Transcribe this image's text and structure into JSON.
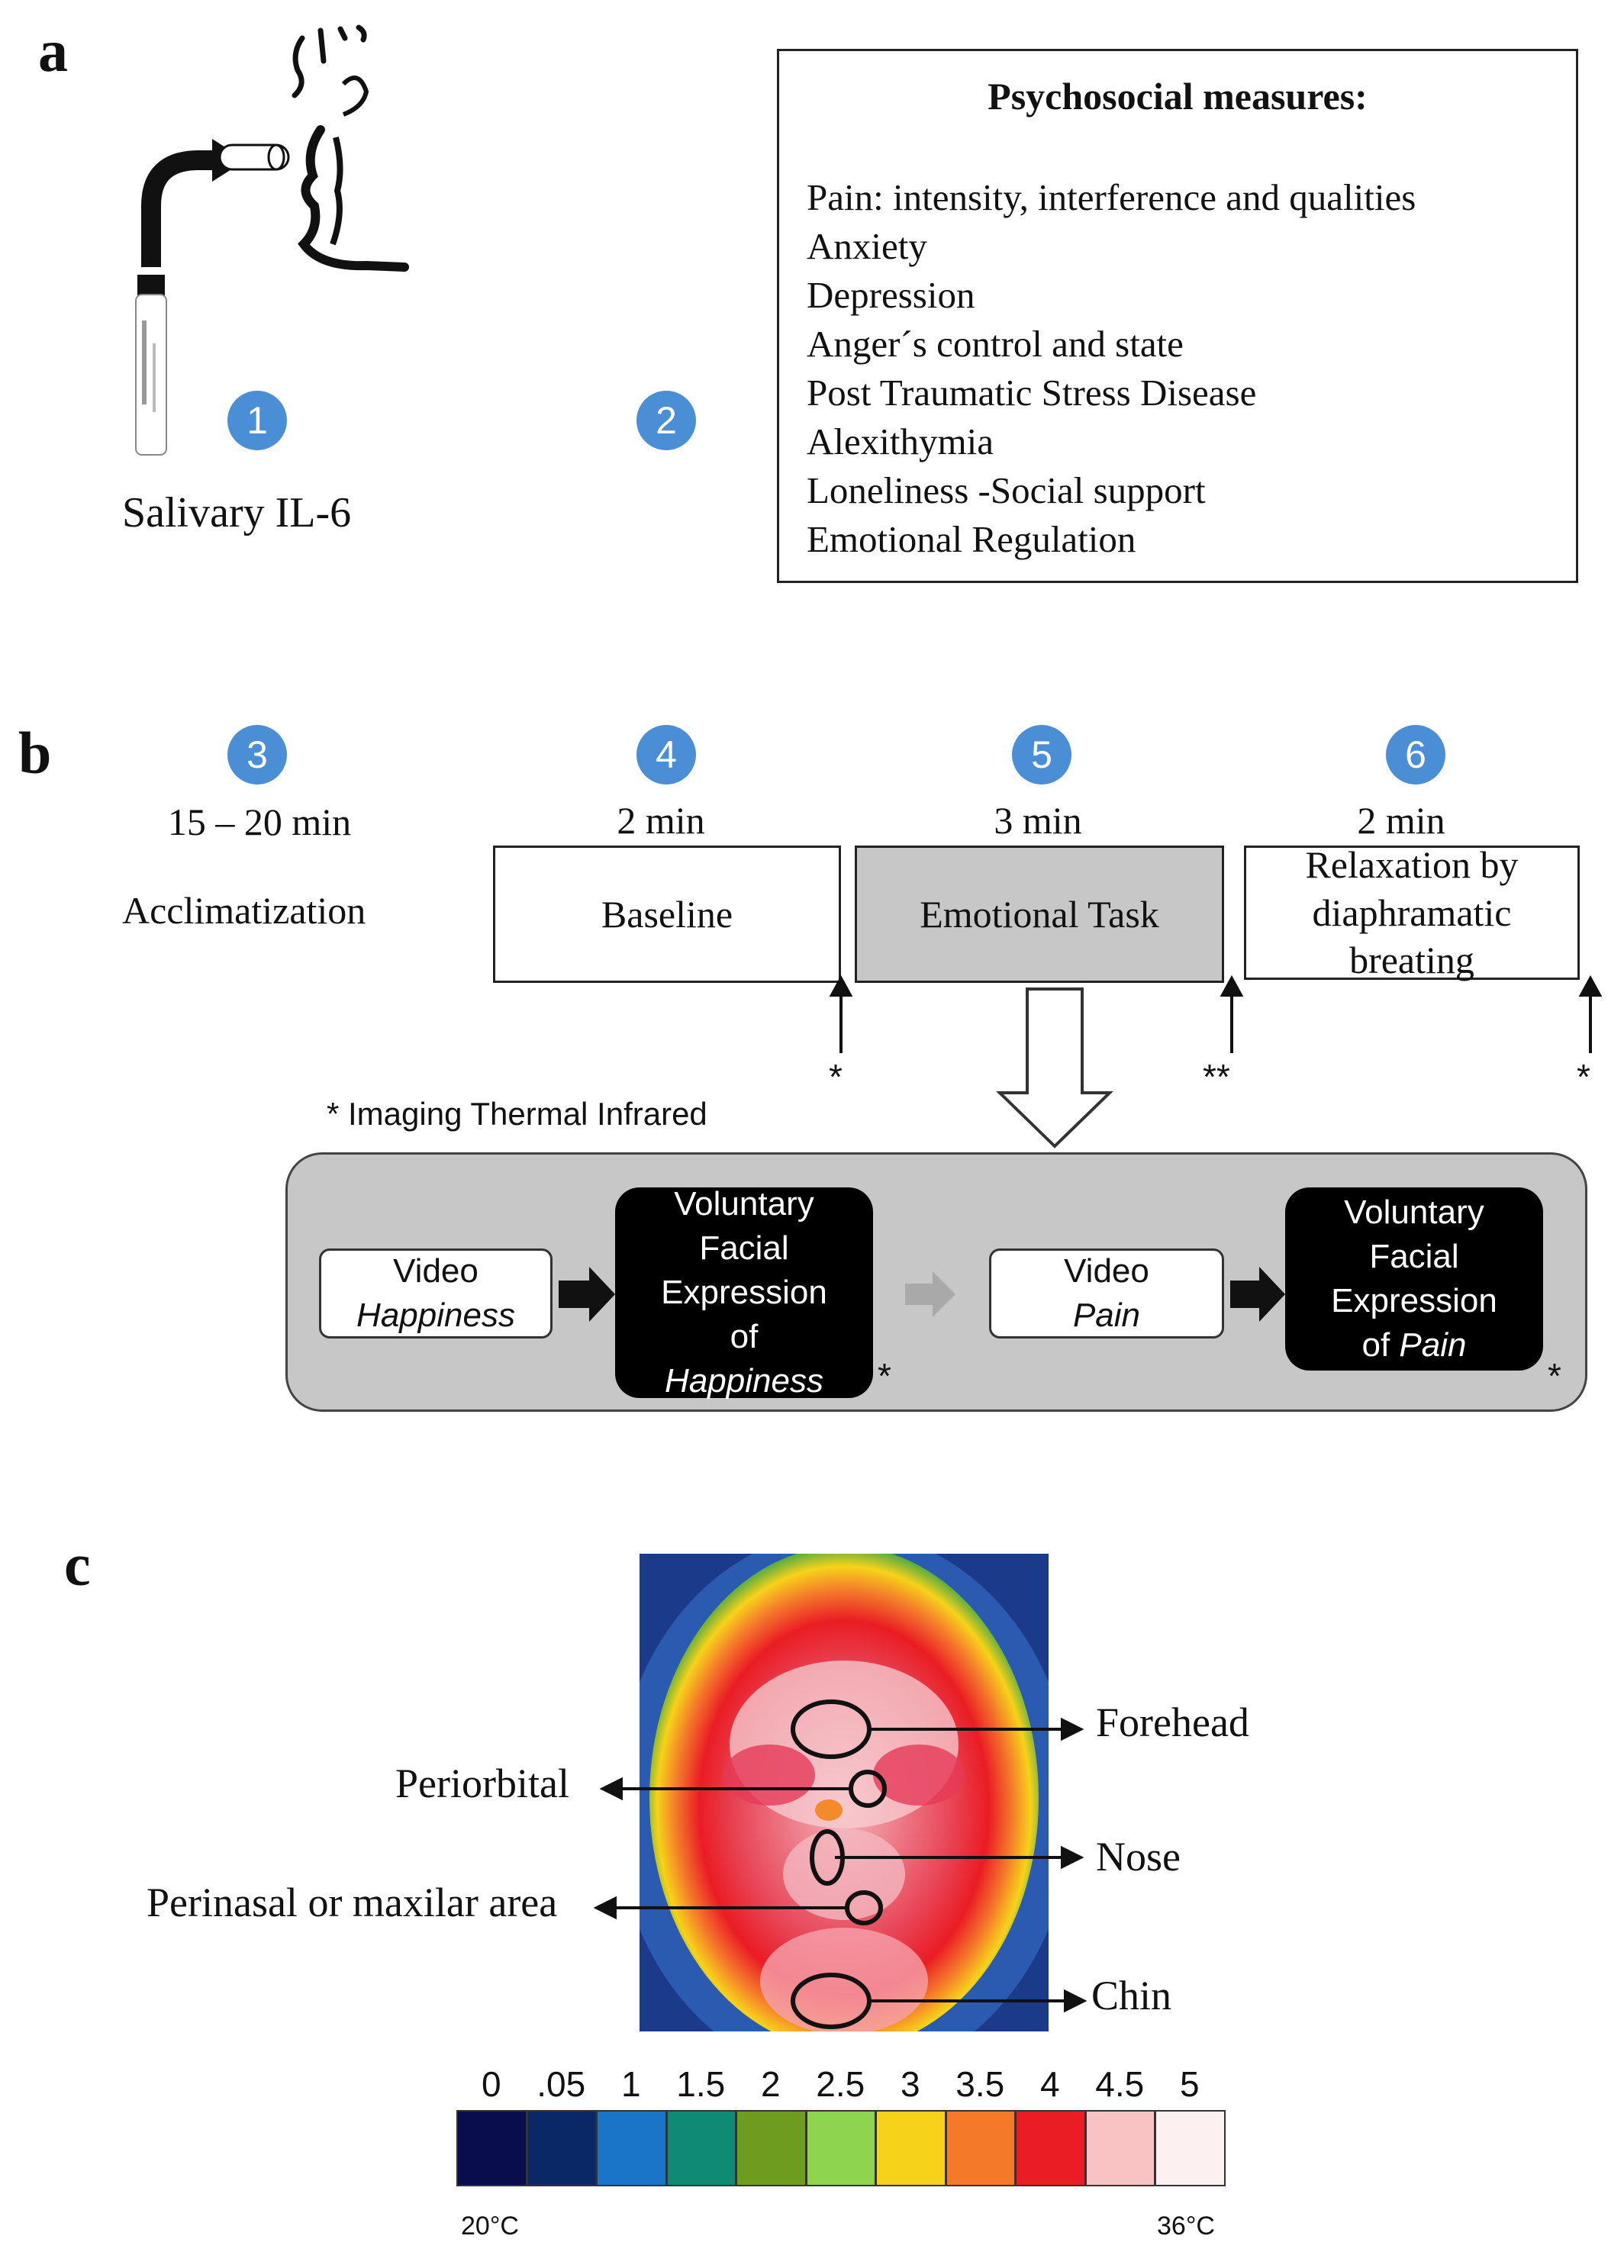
{
  "panel_a": {
    "letter": "a",
    "step1_num": "1",
    "step2_num": "2",
    "salivary_label": "Salivary  IL-6",
    "measures_title": "Psychosocial measures:",
    "measures": [
      "Pain: intensity, interference  and qualities",
      "Anxiety",
      "Depression",
      "Anger´s control and state",
      "Post Traumatic  Stress Disease",
      "Alexithymia",
      "Loneliness  -Social support",
      "Emotional  Regulation"
    ]
  },
  "panel_b": {
    "letter": "b",
    "stages": [
      {
        "num": "3",
        "time": "15  – 20 min",
        "label": "Acclimatization"
      },
      {
        "num": "4",
        "time": "2 min",
        "label": "Baseline"
      },
      {
        "num": "5",
        "time": "3 min",
        "label": "Emotional  Task"
      },
      {
        "num": "6",
        "time": "2 min",
        "label": "Relaxation  by diaphramatic breating"
      }
    ],
    "marker_single": "*",
    "marker_double": "**",
    "footnote": "* Imaging Thermal Infrared",
    "task": {
      "video1_title": "Video",
      "video1_emotion": "Happiness",
      "expr1_lines": [
        "Voluntary",
        "Facial",
        "Expression",
        "of"
      ],
      "expr1_emotion": "Happiness",
      "video2_title": "Video",
      "video2_emotion": "Pain",
      "expr2_lines": [
        "Voluntary",
        "Facial",
        "Expression"
      ],
      "expr2_of": "of",
      "expr2_emotion": "Pain"
    }
  },
  "panel_c": {
    "letter": "c",
    "regions": [
      "Forehead",
      "Periorbital",
      "Nose",
      "Perinasal or maxilar area",
      "Chin"
    ],
    "colorbar": {
      "ticks": [
        "0",
        ".05",
        "1",
        "1.5",
        "2",
        "2.5",
        "3",
        "3.5",
        "4",
        "4.5",
        "5"
      ],
      "colors": [
        "#0a0d4d",
        "#0a2766",
        "#1a74c8",
        "#0f8a74",
        "#6e9c1e",
        "#8fd44f",
        "#f7d21a",
        "#f47a2a",
        "#ea1c24",
        "#f9c3c3",
        "#fdf0f0"
      ],
      "min_label": "20°C",
      "max_label": "36°C"
    }
  }
}
